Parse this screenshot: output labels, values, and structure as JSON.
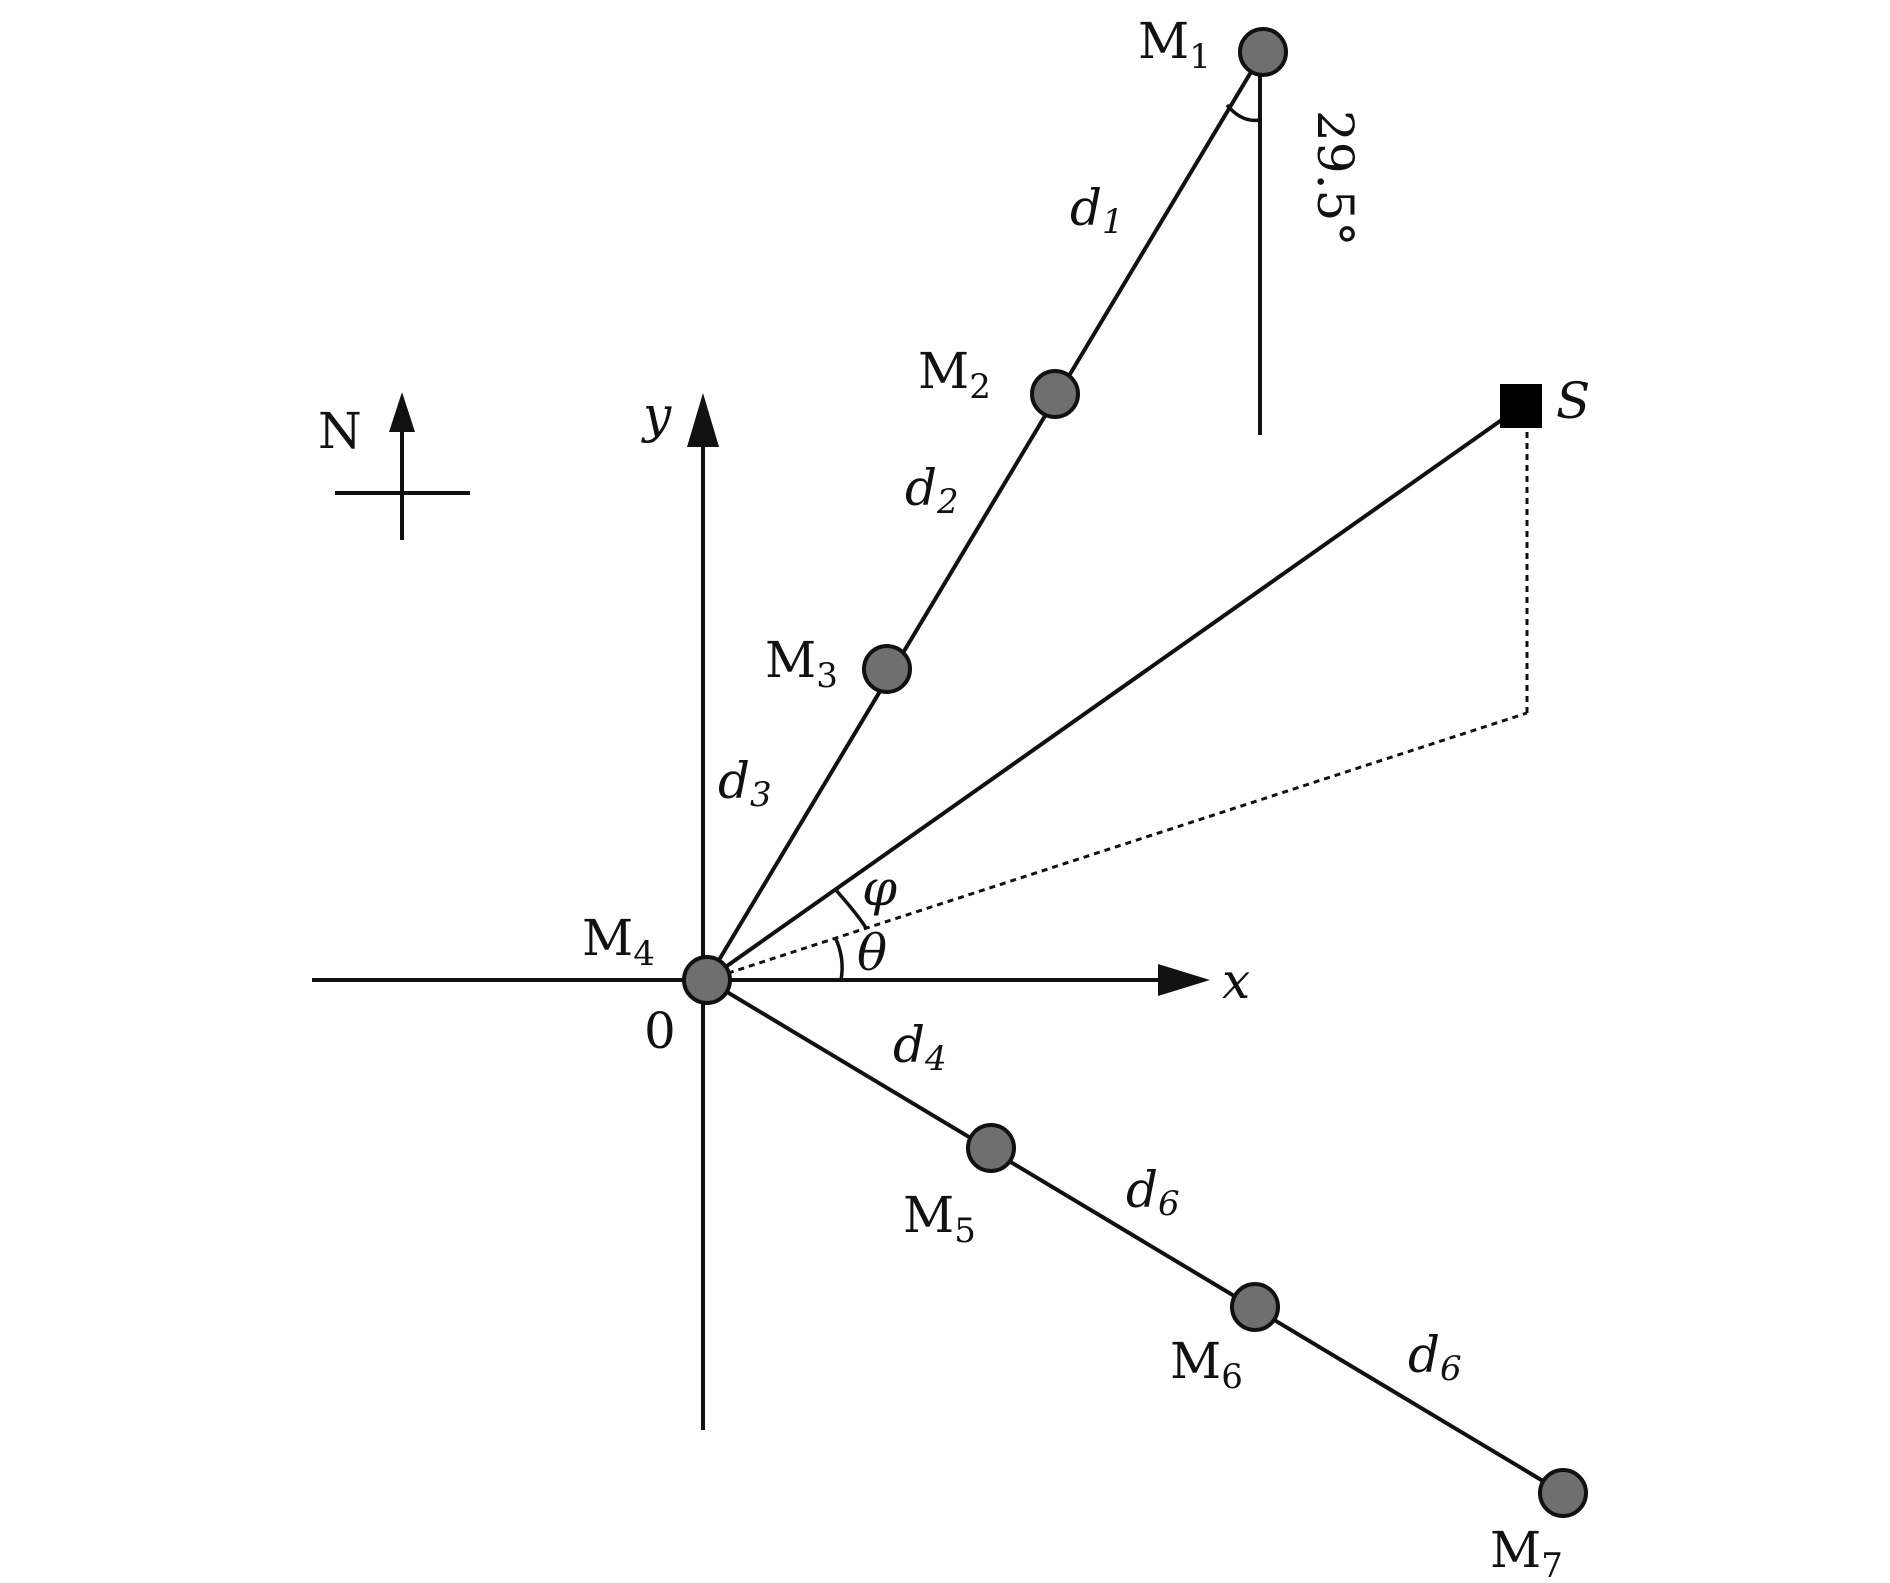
{
  "compass": {
    "label": "N"
  },
  "axes": {
    "x_label": "x",
    "y_label": "y",
    "origin_label": "0"
  },
  "angles": {
    "phi": "φ",
    "theta": "θ",
    "tilt": "29.5°"
  },
  "source": {
    "label": "S"
  },
  "microphones": [
    {
      "base": "M",
      "sub": "1"
    },
    {
      "base": "M",
      "sub": "2"
    },
    {
      "base": "M",
      "sub": "3"
    },
    {
      "base": "M",
      "sub": "4"
    },
    {
      "base": "M",
      "sub": "5"
    },
    {
      "base": "M",
      "sub": "6"
    },
    {
      "base": "M",
      "sub": "7"
    }
  ],
  "distances": [
    {
      "base": "d",
      "sub": "1"
    },
    {
      "base": "d",
      "sub": "2"
    },
    {
      "base": "d",
      "sub": "3"
    },
    {
      "base": "d",
      "sub": "4"
    },
    {
      "base": "d",
      "sub": "6"
    },
    {
      "base": "d",
      "sub": "6"
    }
  ],
  "colors": {
    "line": "#111111",
    "node_fill": "#6f6f6f",
    "source_fill": "#000000"
  }
}
